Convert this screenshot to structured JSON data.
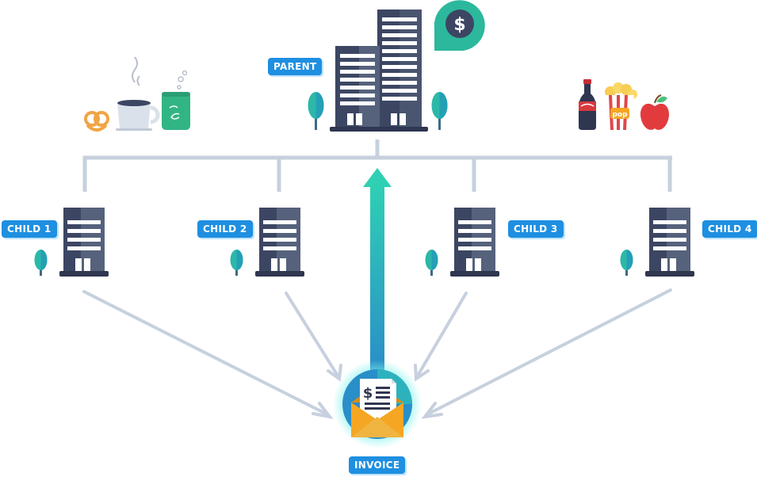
{
  "labels": {
    "parent": "PARENT",
    "children": [
      "CHILD 1",
      "CHILD 2",
      "CHILD 3",
      "CHILD 4"
    ],
    "invoice": "INVOICE"
  },
  "icons": {
    "parent_badge": "dollar-pin-icon",
    "invoice": "invoice-envelope-icon",
    "left_items": [
      "pretzel-icon",
      "coffee-cup-icon",
      "drink-can-icon"
    ],
    "right_items": [
      "soda-bottle-icon",
      "popcorn-icon",
      "apple-icon"
    ]
  },
  "popcorn_text": "pop",
  "colors": {
    "label_bg": "#1e8fe1",
    "building": "#3c4663",
    "connector": "#c7d0de",
    "upward_arrow": "#1fa0c9",
    "tree": "#2cb8a8",
    "badge": "#2cb89c",
    "envelope": "#f5a623"
  }
}
